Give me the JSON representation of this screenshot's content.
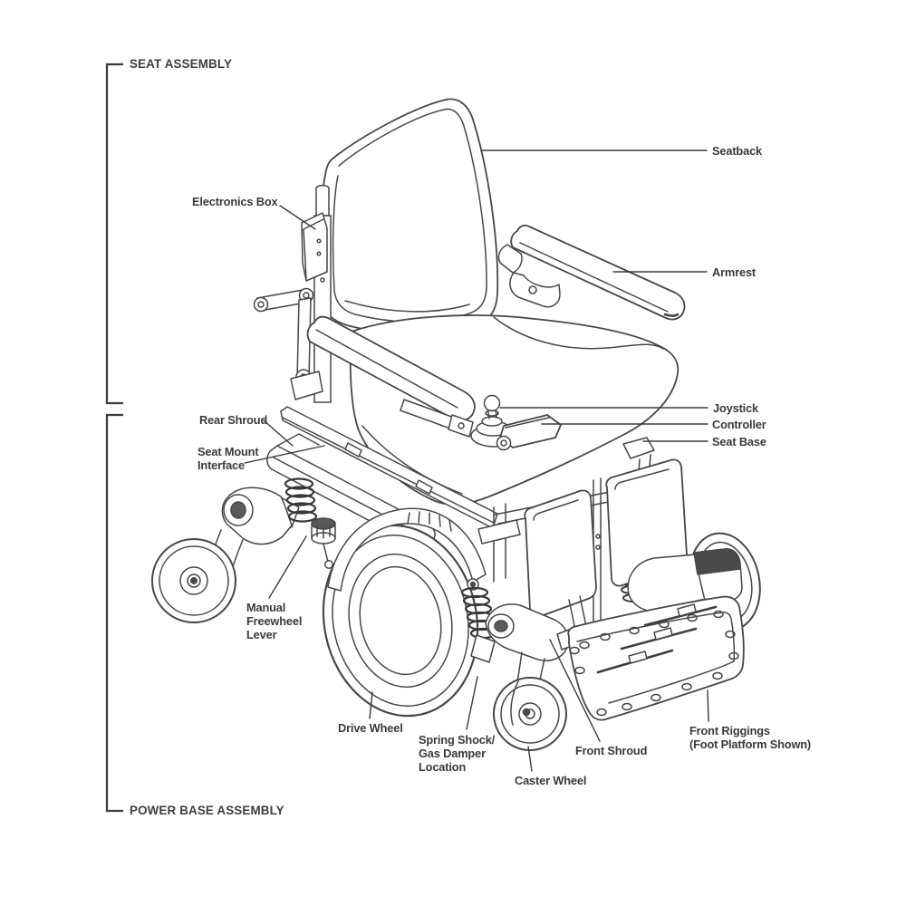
{
  "figure": {
    "type": "technical parts diagram",
    "subject": "Power wheelchair (power chair) labeled component diagram",
    "colors": {
      "line": "#474747",
      "label_text": "#3a3a3a",
      "background": "#ffffff"
    }
  },
  "groups": {
    "seat_assembly": "SEAT ASSEMBLY",
    "power_base_assembly": "POWER BASE ASSEMBLY"
  },
  "labels": {
    "seatback": "Seatback",
    "electronics_box": "Electronics Box",
    "armrest": "Armrest",
    "joystick": "Joystick",
    "controller": "Controller",
    "seat_base": "Seat Base",
    "rear_shroud": "Rear Shroud",
    "seat_mount_interface": {
      "line1": "Seat Mount",
      "line2": "Interface"
    },
    "manual_freewheel_lever": {
      "line1": "Manual",
      "line2": "Freewheel",
      "line3": "Lever"
    },
    "drive_wheel": "Drive Wheel",
    "spring_shock": {
      "line1": "Spring Shock/",
      "line2": "Gas Damper",
      "line3": "Location"
    },
    "caster_wheel": "Caster Wheel",
    "front_shroud": "Front Shroud",
    "front_riggings": {
      "line1": "Front Riggings",
      "line2": "(Foot Platform Shown)"
    }
  }
}
